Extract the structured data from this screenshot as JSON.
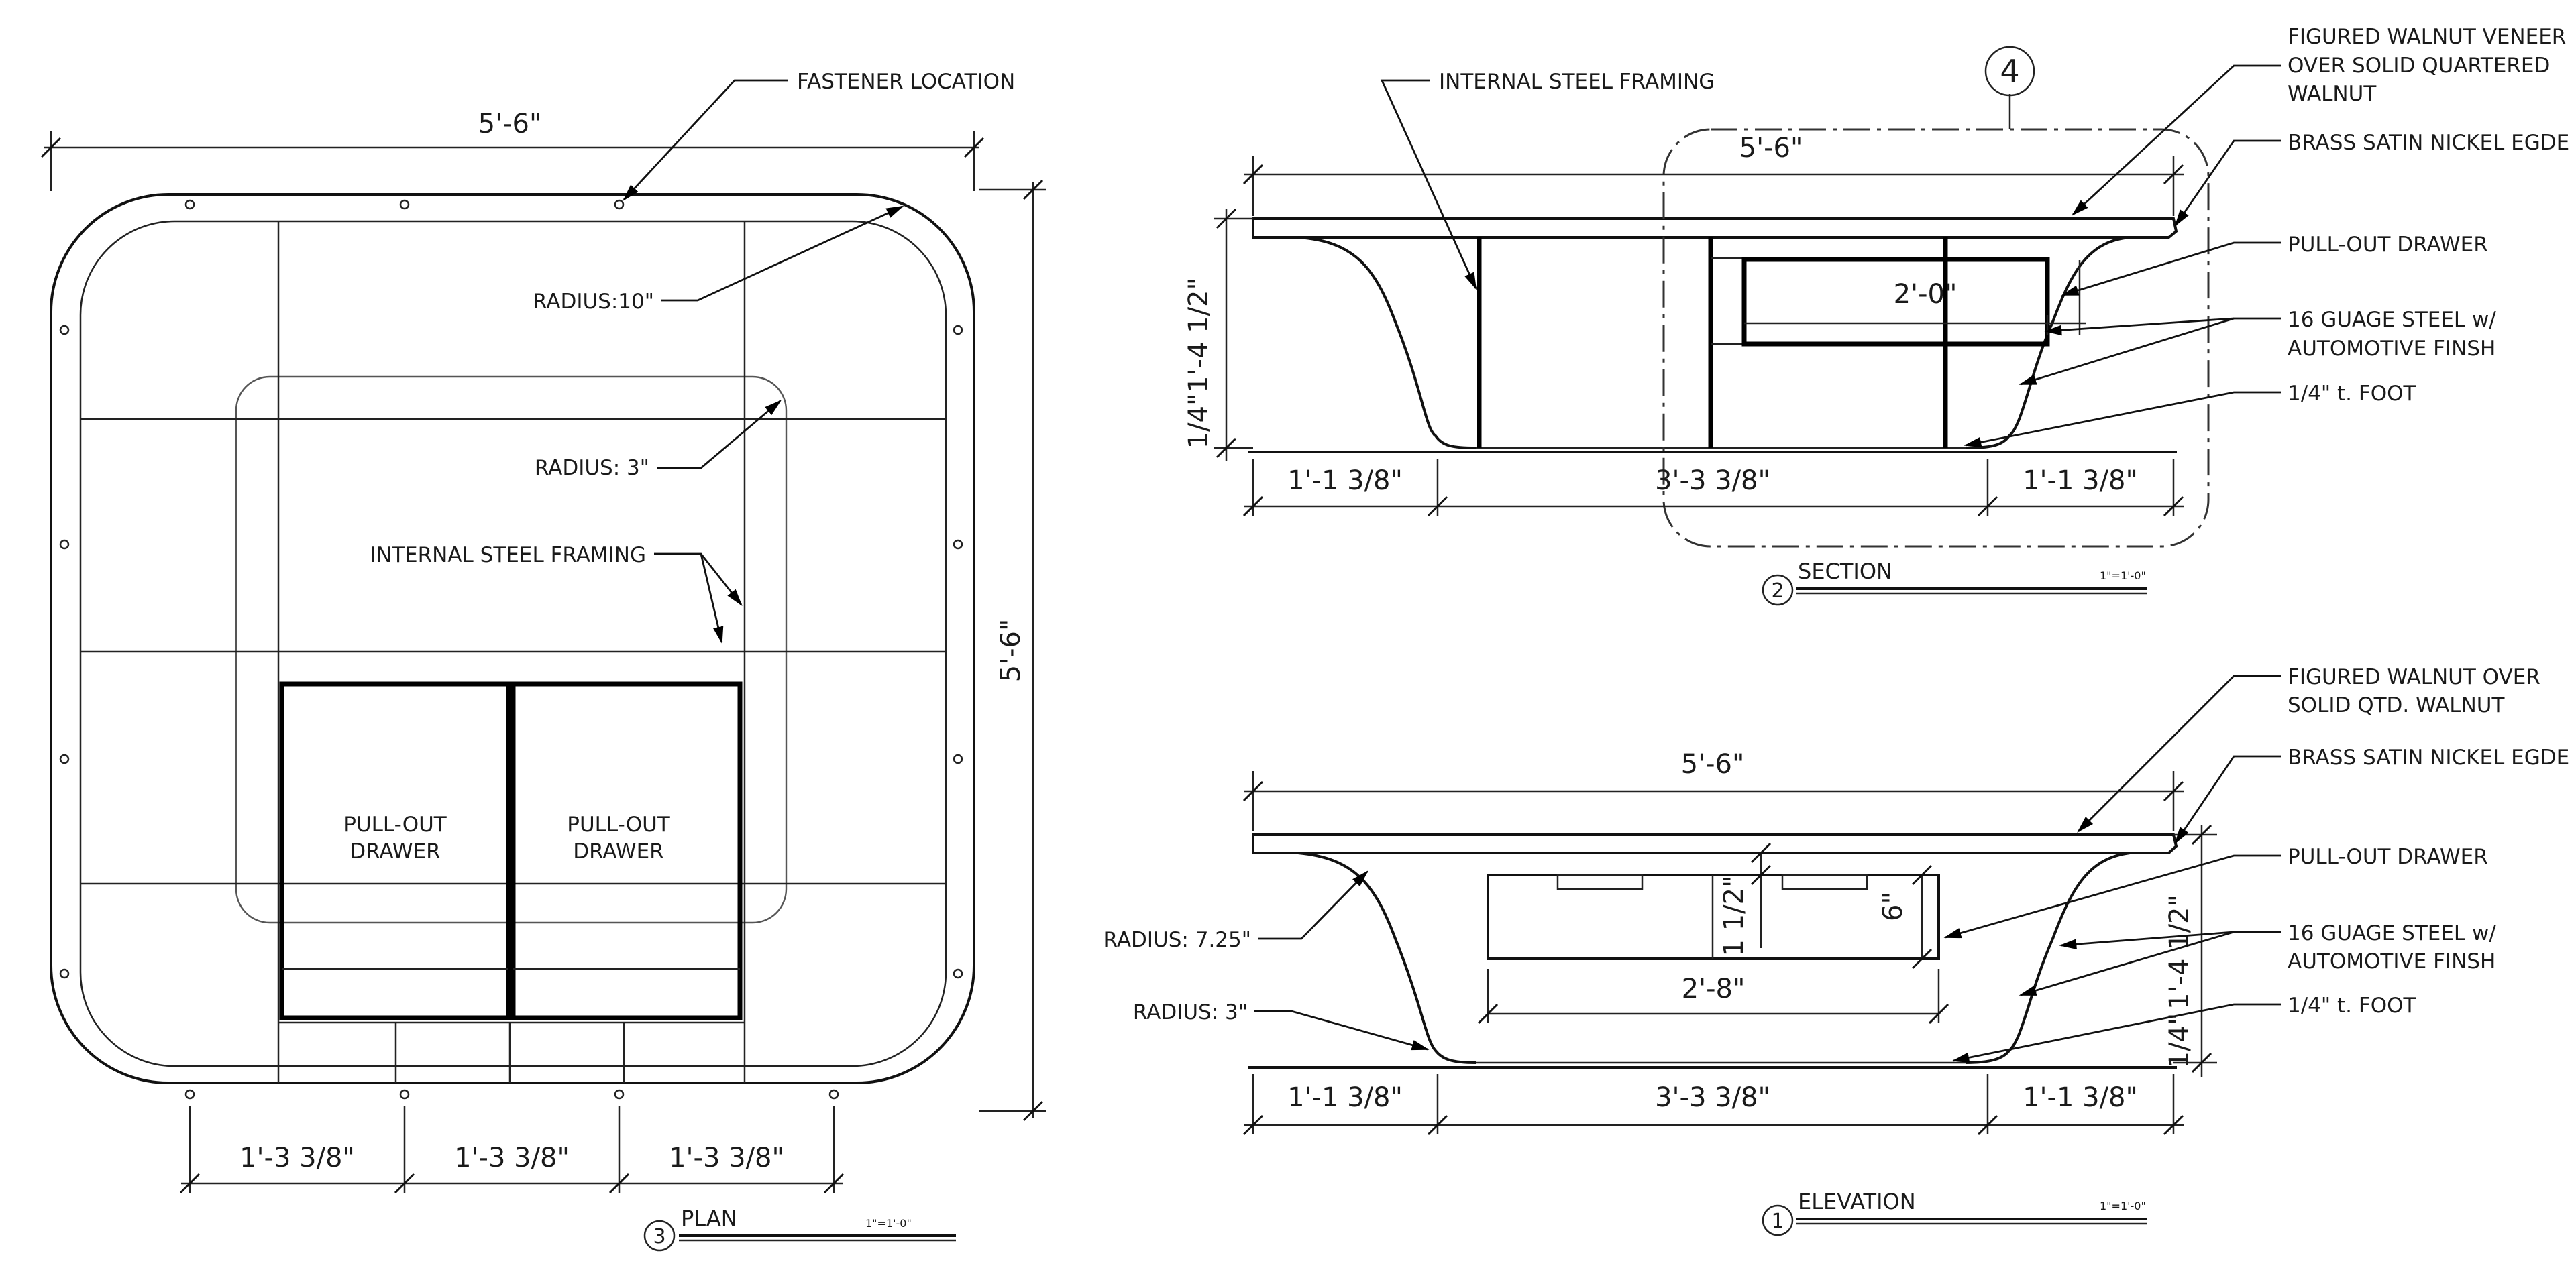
{
  "plan": {
    "title": "PLAN",
    "number": "3",
    "scale": "1\"=1'-0\"",
    "dim_width": "5'-6\"",
    "dim_height": "5'-6\"",
    "dim_bottom": [
      "1'-3 3/8\"",
      "1'-3 3/8\"",
      "1'-3 3/8\""
    ],
    "labels": {
      "fastener": "FASTENER LOCATION",
      "radius10": "RADIUS:10\"",
      "radius3": "RADIUS: 3\"",
      "steel": "INTERNAL STEEL FRAMING",
      "drawer_left_1": "PULL-OUT",
      "drawer_left_2": "DRAWER",
      "drawer_right_1": "PULL-OUT",
      "drawer_right_2": "DRAWER"
    }
  },
  "section": {
    "title": "SECTION",
    "number": "2",
    "scale": "1\"=1'-0\"",
    "detail_tag": "4",
    "dim_top": "5'-6\"",
    "dim_drawer": "2'-0\"",
    "dim_height": "1'-4 1/2\"",
    "dim_foot": "1/4\"",
    "dim_bottom": [
      "1'-1 3/8\"",
      "3'-3 3/8\"",
      "1'-1 3/8\""
    ],
    "labels": {
      "steel": "INTERNAL STEEL FRAMING",
      "veneer_1": "FIGURED WALNUT VENEER",
      "veneer_2": "OVER SOLID QUARTERED",
      "veneer_3": "WALNUT",
      "brass": "BRASS SATIN NICKEL EGDE",
      "drawer": "PULL-OUT DRAWER",
      "gauge_1": "16 GUAGE STEEL w/",
      "gauge_2": "AUTOMOTIVE FINSH",
      "foot": "1/4\" t. FOOT"
    }
  },
  "elevation": {
    "title": "ELEVATION",
    "number": "1",
    "scale": "1\"=1'-0\"",
    "dim_top": "5'-6\"",
    "dim_drawer_w": "2'-8\"",
    "dim_drawer_h": "6\"",
    "dim_half": "1 1/2\"",
    "dim_height": "1'-4 1/2\"",
    "dim_foot": "1/4\"",
    "dim_bottom": [
      "1'-1 3/8\"",
      "3'-3 3/8\"",
      "1'-1 3/8\""
    ],
    "labels": {
      "walnut_1": "FIGURED WALNUT OVER",
      "walnut_2": "SOLID QTD. WALNUT",
      "brass": "BRASS SATIN NICKEL EGDE",
      "drawer": "PULL-OUT DRAWER",
      "gauge_1": "16 GUAGE STEEL w/",
      "gauge_2": "AUTOMOTIVE FINSH",
      "foot": "1/4\" t. FOOT",
      "radius725": "RADIUS: 7.25\"",
      "radius3": "RADIUS: 3\""
    }
  }
}
